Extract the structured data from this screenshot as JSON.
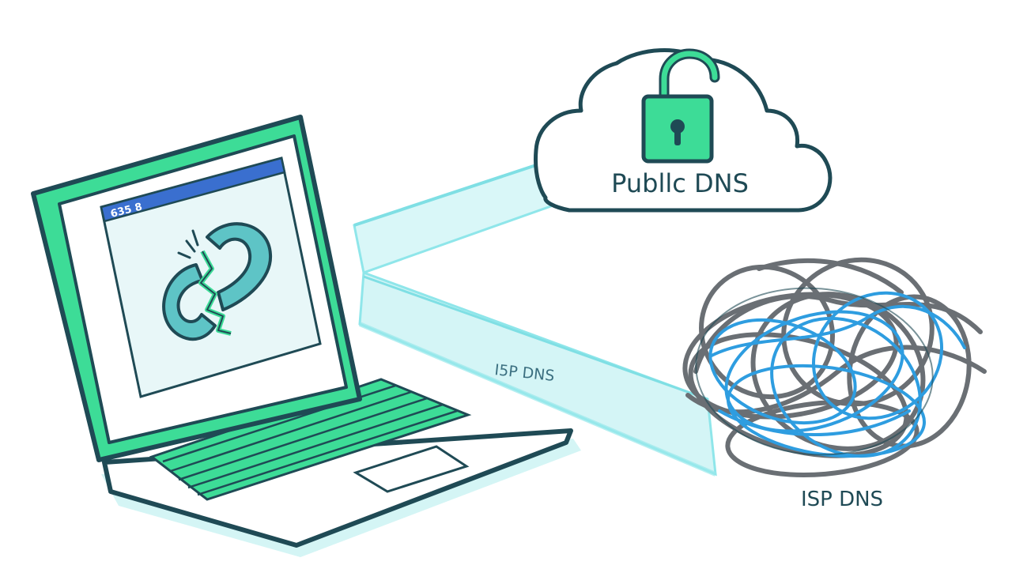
{
  "laptop": {
    "window_title": "635 8"
  },
  "cloud": {
    "label": "Publlc DNS"
  },
  "path": {
    "label": "I5P DNS"
  },
  "tangle": {
    "label": "ISP DNS"
  },
  "colors": {
    "outline": "#1f4a55",
    "green": "#3ddc97",
    "screen_fill": "#e8f7f8",
    "blue_bar": "#3a6fcf",
    "link_teal": "#5ec4c6",
    "path_cyan": "#8fe6ea",
    "wire_gray": "#6a6f74",
    "wire_blue": "#2e9de0"
  },
  "icons": [
    "broken-link-icon",
    "padlock-open-icon",
    "tangled-wires-icon"
  ]
}
